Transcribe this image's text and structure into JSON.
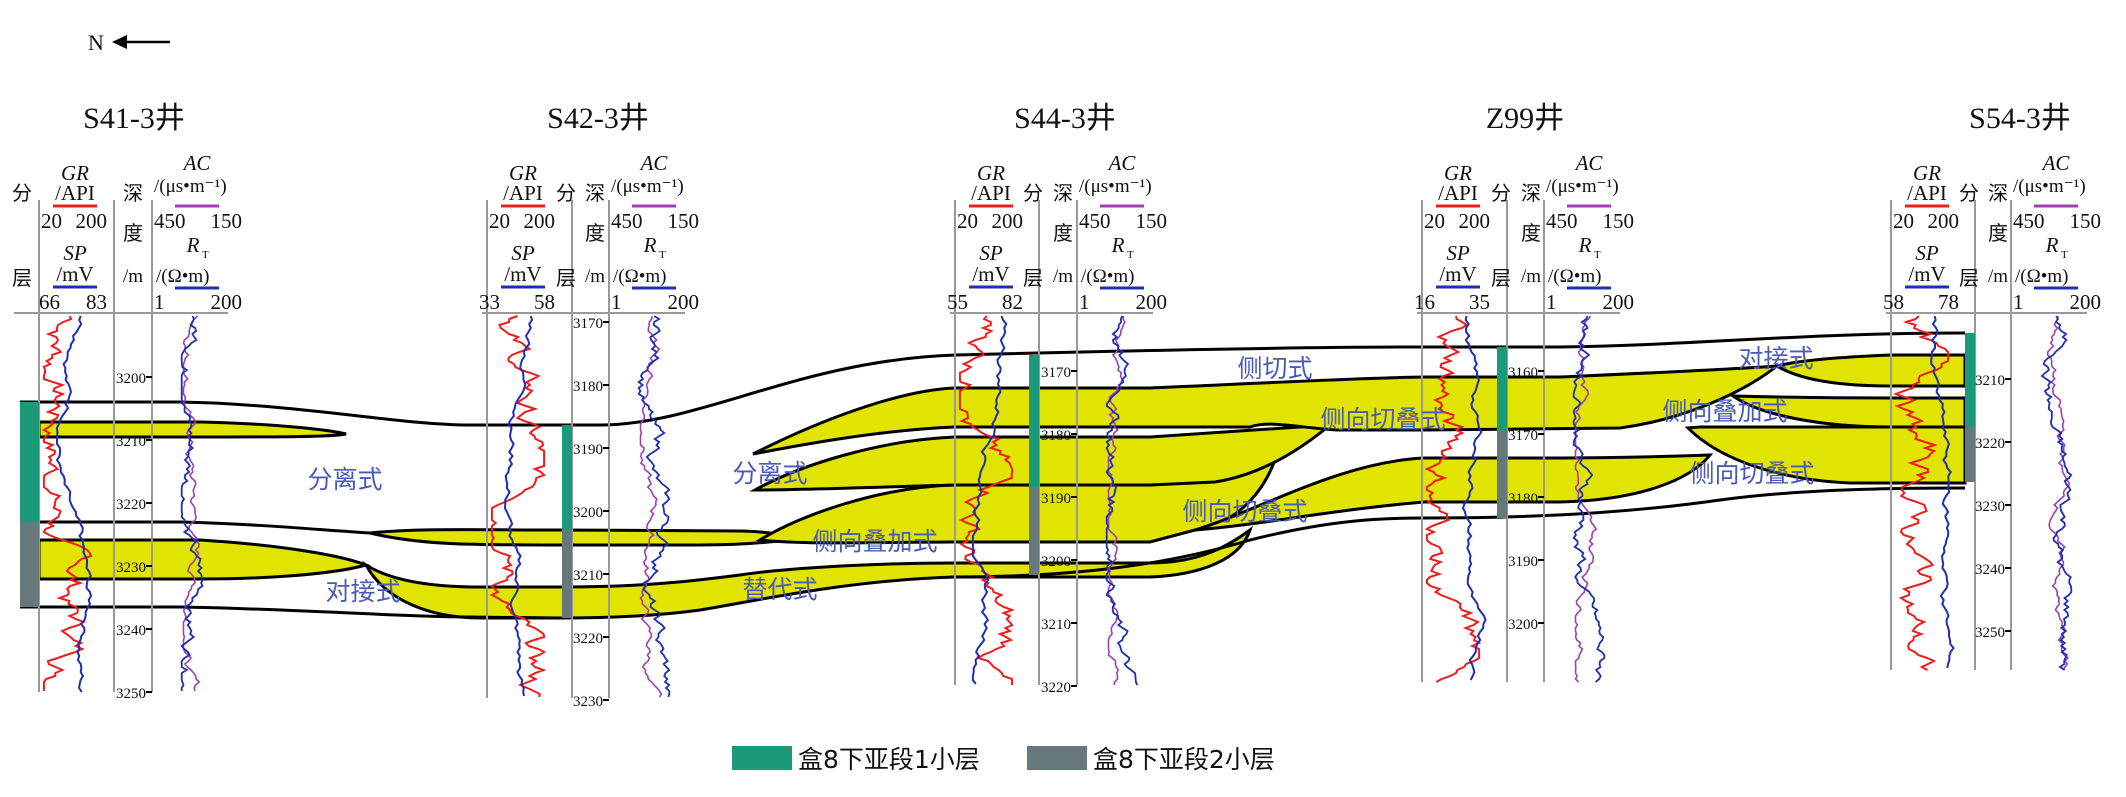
{
  "north": {
    "label": "N"
  },
  "colors": {
    "stratum1": "#1b9a7a",
    "stratum2": "#67787a",
    "sand": "#e0e400",
    "gr": "#ee1c1c",
    "sp": "#1e2fb0",
    "ac": "#a040b0",
    "rt": "#1e2fb0",
    "label": "#4a5ab8"
  },
  "header_labels": {
    "layer_1": "分",
    "layer_2": "层",
    "depth_1": "深",
    "depth_2": "度",
    "depth_unit": "/m",
    "gr": "GR",
    "gr_unit": "/API",
    "sp": "SP",
    "sp_unit": "/mV",
    "ac": "AC",
    "ac_unit": "/(μs•m⁻¹)",
    "rt": "R",
    "rt_sub": "T",
    "rt_unit": "/(Ω•m)"
  },
  "wells": [
    {
      "name": "S41-3井",
      "gr_range": [
        "20",
        "200"
      ],
      "sp_range": [
        "66",
        "83"
      ],
      "ac_range": [
        "450",
        "150"
      ],
      "rt_range": [
        "1",
        "200"
      ],
      "depth_ticks": [
        "3200",
        "3210",
        "3220",
        "3230",
        "3240",
        "3250"
      ]
    },
    {
      "name": "S42-3井",
      "gr_range": [
        "20",
        "200"
      ],
      "sp_range": [
        "33",
        "58"
      ],
      "ac_range": [
        "450",
        "150"
      ],
      "rt_range": [
        "1",
        "200"
      ],
      "depth_ticks": [
        "3170",
        "3180",
        "3190",
        "3200",
        "3210",
        "3220",
        "3230"
      ]
    },
    {
      "name": "S44-3井",
      "gr_range": [
        "20",
        "200"
      ],
      "sp_range": [
        "55",
        "82"
      ],
      "ac_range": [
        "450",
        "150"
      ],
      "rt_range": [
        "1",
        "200"
      ],
      "depth_ticks": [
        "3170",
        "3180",
        "3190",
        "3200",
        "3210",
        "3220"
      ]
    },
    {
      "name": "Z99井",
      "gr_range": [
        "20",
        "200"
      ],
      "sp_range": [
        "16",
        "35"
      ],
      "ac_range": [
        "450",
        "150"
      ],
      "rt_range": [
        "1",
        "200"
      ],
      "depth_ticks": [
        "3160",
        "3170",
        "3180",
        "3190",
        "3200"
      ]
    },
    {
      "name": "S54-3井",
      "gr_range": [
        "20",
        "200"
      ],
      "sp_range": [
        "58",
        "78"
      ],
      "ac_range": [
        "450",
        "150"
      ],
      "rt_range": [
        "1",
        "200"
      ],
      "depth_ticks": [
        "3210",
        "3220",
        "3230",
        "3240",
        "3250"
      ]
    }
  ],
  "contact_labels": [
    "分离式",
    "对接式",
    "分离式",
    "侧向叠加式",
    "替代式",
    "侧切式",
    "侧向切叠式",
    "侧向切叠式",
    "对接式",
    "侧向叠加式",
    "侧向切叠式"
  ],
  "legend": [
    {
      "label": "盒8下亚段1小层"
    },
    {
      "label": "盒8下亚段2小层"
    }
  ]
}
